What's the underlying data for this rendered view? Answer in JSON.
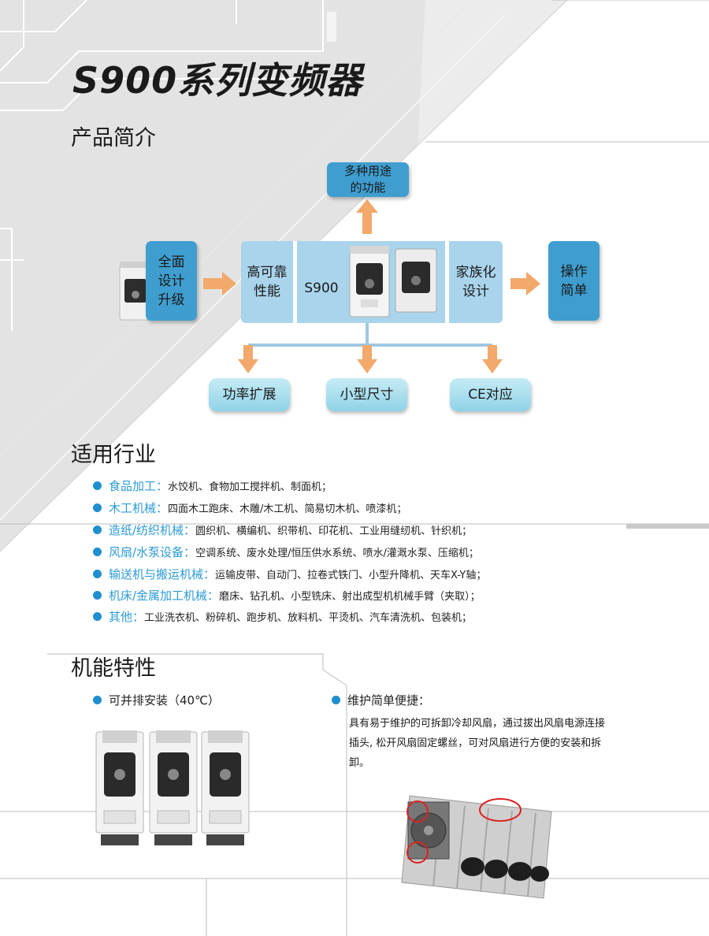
{
  "page": {
    "title": "S900系列变频器"
  },
  "intro": {
    "heading": "产品简介",
    "diagram": {
      "top_box": "多种用途\n的功能",
      "left_box": "全面\n设计\n升级",
      "center_left": "高可靠\n性能",
      "center_label": "S900",
      "center_right": "家族化\n设计",
      "right_box": "操作\n简单",
      "bottom_boxes": [
        "功率扩展",
        "小型尺寸",
        "CE对应"
      ]
    }
  },
  "industries": {
    "heading": "适用行业",
    "items": [
      {
        "label": "食品加工：",
        "text": "水饺机、食物加工搅拌机、制面机；"
      },
      {
        "label": "木工机械：",
        "text": "四面木工跑床、木雕/木工机、简易切木机、喷漆机；"
      },
      {
        "label": "造纸/纺织机械：",
        "text": "圆织机、横编机、织带机、印花机、工业用缝纫机、针织机；"
      },
      {
        "label": "风扇/水泵设备：",
        "text": "空调系统、废水处理/恒压供水系统、喷水/灌溉水泵、压缩机；"
      },
      {
        "label": "输送机与搬运机械：",
        "text": "运输皮带、自动门、拉卷式铁门、小型升降机、天车X-Y轴；"
      },
      {
        "label": "机床/金属加工机械：",
        "text": "磨床、钻孔机、小型铣床、射出成型机机械手臂（夹取）；"
      },
      {
        "label": "其他：",
        "text": "工业洗衣机、粉碎机、跑步机、放料机、平烫机、汽车清洗机、包装机；"
      }
    ]
  },
  "features": {
    "heading": "机能特性",
    "side_by_side": {
      "title": "可并排安装（40℃）"
    },
    "maintenance": {
      "title": "维护简单便捷：",
      "description": "具有易于维护的可拆卸冷却风扇，通过拔出风扇电源连接插头, 松开风扇固定螺丝，可对风扇进行方便的安装和拆卸。"
    }
  },
  "colors": {
    "accent": "#3f9ecf",
    "accent_light": "#a9d4ec",
    "bullet": "#1f8fcf",
    "arrow": "#f2a96b",
    "label_blue": "#2c9bd6",
    "connector": "#9fc7e3"
  },
  "icons": {
    "bullet": "bullet-dot-icon",
    "arrow": "arrow-icon",
    "device": "inverter-device-icon"
  }
}
